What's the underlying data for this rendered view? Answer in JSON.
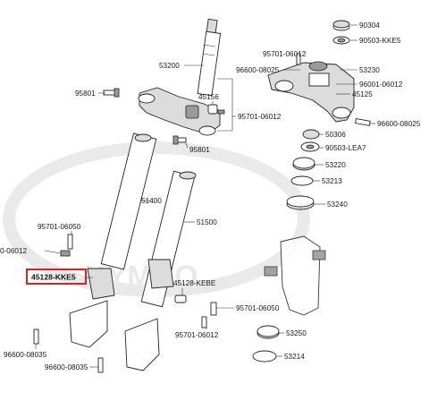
{
  "watermark": "KYMCO",
  "highlight_color": "#e02020",
  "labels": {
    "p90304": "90304",
    "p90503kke5": "90503-KKE5",
    "p95701top": "95701-06012",
    "p53200": "53200",
    "p96600top": "96600-08025",
    "p53230": "53230",
    "p96001": "96001-06012",
    "p45125": "45125",
    "p95801top": "95801",
    "p45156": "45156",
    "p95701mid": "95701-06012",
    "p96600right": "96600-08025",
    "p50306": "50306",
    "p90503lea7": "90503-LEA7",
    "p95801mid": "95801",
    "p53220": "53220",
    "p53213": "53213",
    "p51400": "51400",
    "p53240": "53240",
    "p51500": "51500",
    "p95701left": "95701-06050",
    "p95701cut": "0-06012",
    "p45128kke5": "45128-KKE5",
    "p45128kebe": "45128-KEBE",
    "p95701lowr": "95701-06050",
    "p95701lowm": "95701-06012",
    "p53250": "53250",
    "p96600lowl": "96600-08035",
    "p96600lowm": "96600-08035",
    "p53214": "53214"
  }
}
